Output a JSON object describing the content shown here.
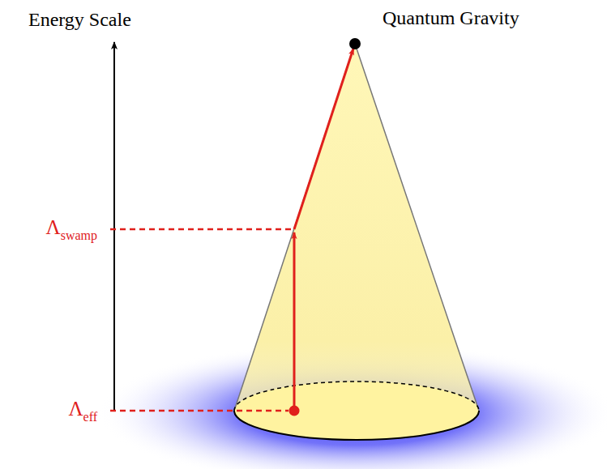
{
  "diagram": {
    "labels": [
      "Energy Scale",
      "Quantum Gravity",
      "Λswamp",
      "Λeff"
    ]
  }
}
